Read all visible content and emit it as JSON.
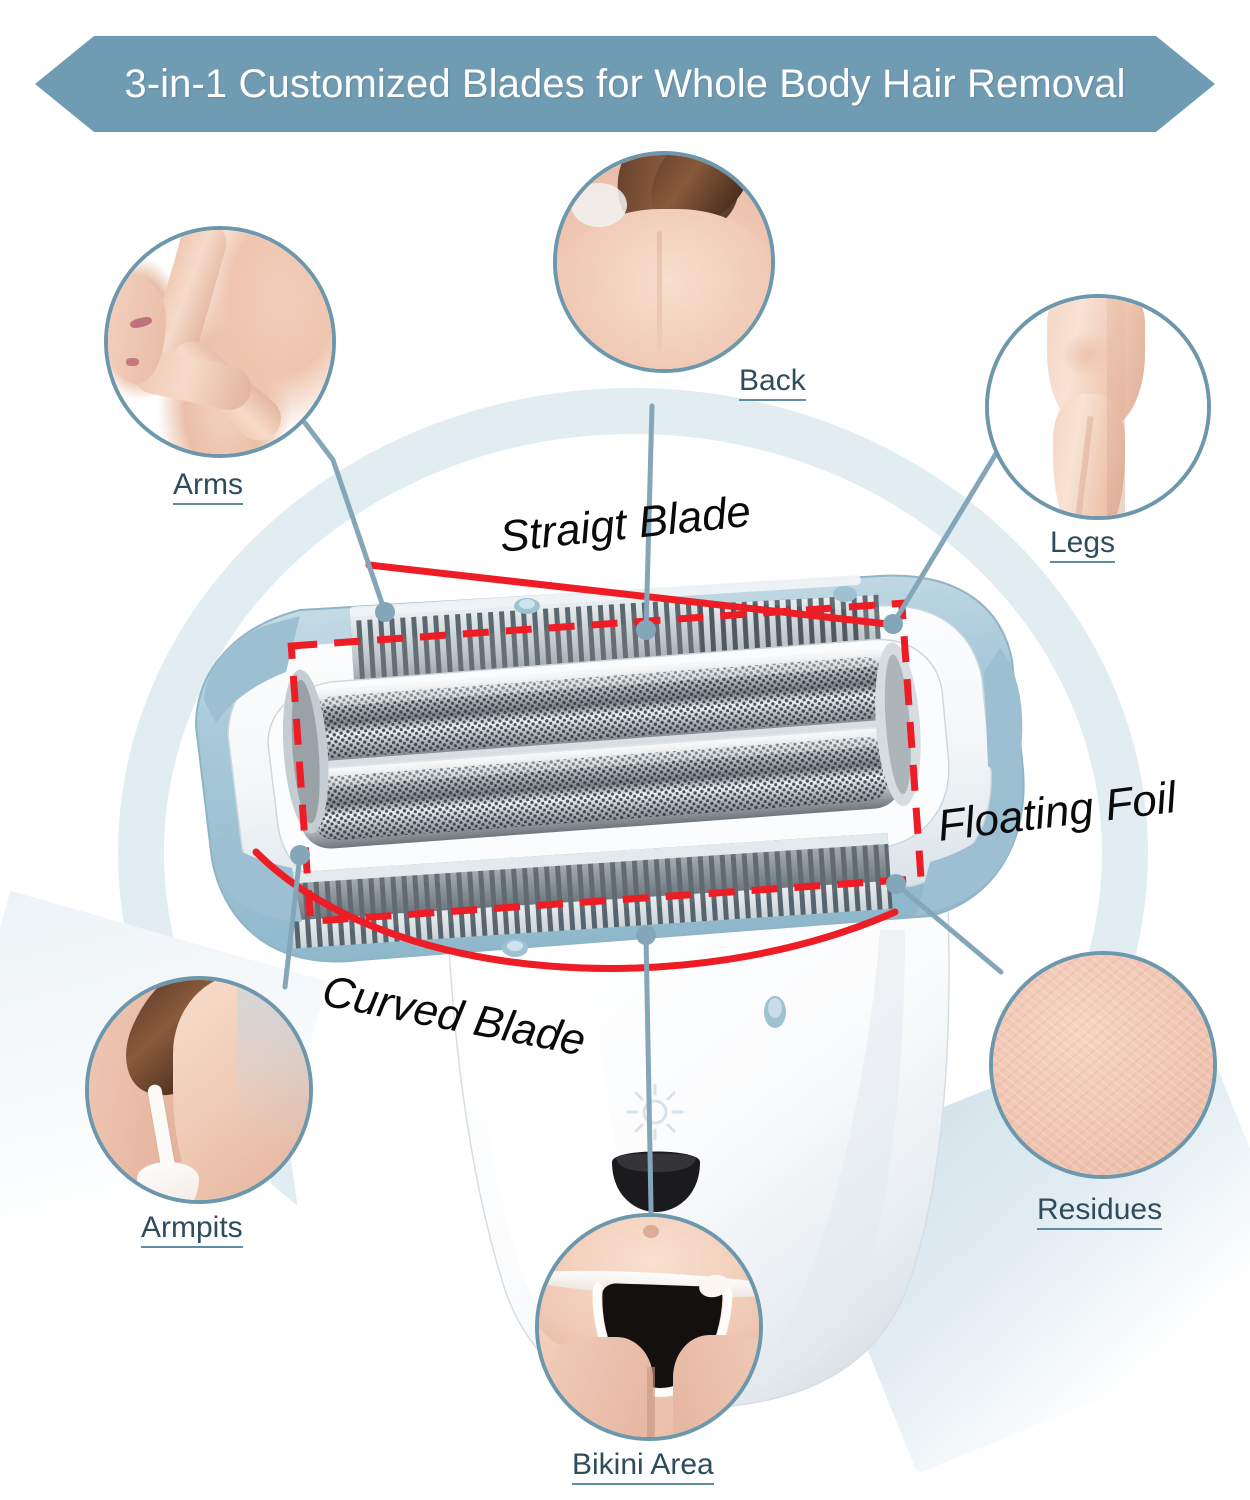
{
  "banner": {
    "title": "3-in-1 Customized Blades for Whole Body Hair Removal",
    "bg_color": "#6F9CB3",
    "text_color": "#FFFFFF"
  },
  "theme": {
    "accent_blue": "#6D97AC",
    "label_text": "#2E4D5C",
    "ring_pale": "#E2EDF2",
    "highlight_red": "#EE1C25"
  },
  "body_zones": [
    {
      "id": "arms",
      "label": "Arms",
      "art": "woman-arm-photo"
    },
    {
      "id": "back",
      "label": "Back",
      "art": "woman-back-photo"
    },
    {
      "id": "legs",
      "label": "Legs",
      "art": "woman-leg-photo"
    },
    {
      "id": "armpits",
      "label": "Armpits",
      "art": "woman-armpit-photo"
    },
    {
      "id": "bikini",
      "label": "Bikini Area",
      "art": "woman-bikini-photo"
    },
    {
      "id": "residues",
      "label": "Residues",
      "art": "smooth-skin-photo"
    }
  ],
  "device_callouts": [
    {
      "id": "straight-blade",
      "label": "Straigt Blade",
      "marker": "red-straight-line"
    },
    {
      "id": "floating-foil",
      "label": "Floating Foil",
      "marker": "red-dashed-rectangle"
    },
    {
      "id": "curved-blade",
      "label": "Curved Blade",
      "marker": "red-curved-line"
    }
  ],
  "device": {
    "name": "electric-body-shaver",
    "head_color": "#B9D3DE",
    "body_color": "#FFFFFF",
    "indicator_icon": "sun-light-icon"
  }
}
